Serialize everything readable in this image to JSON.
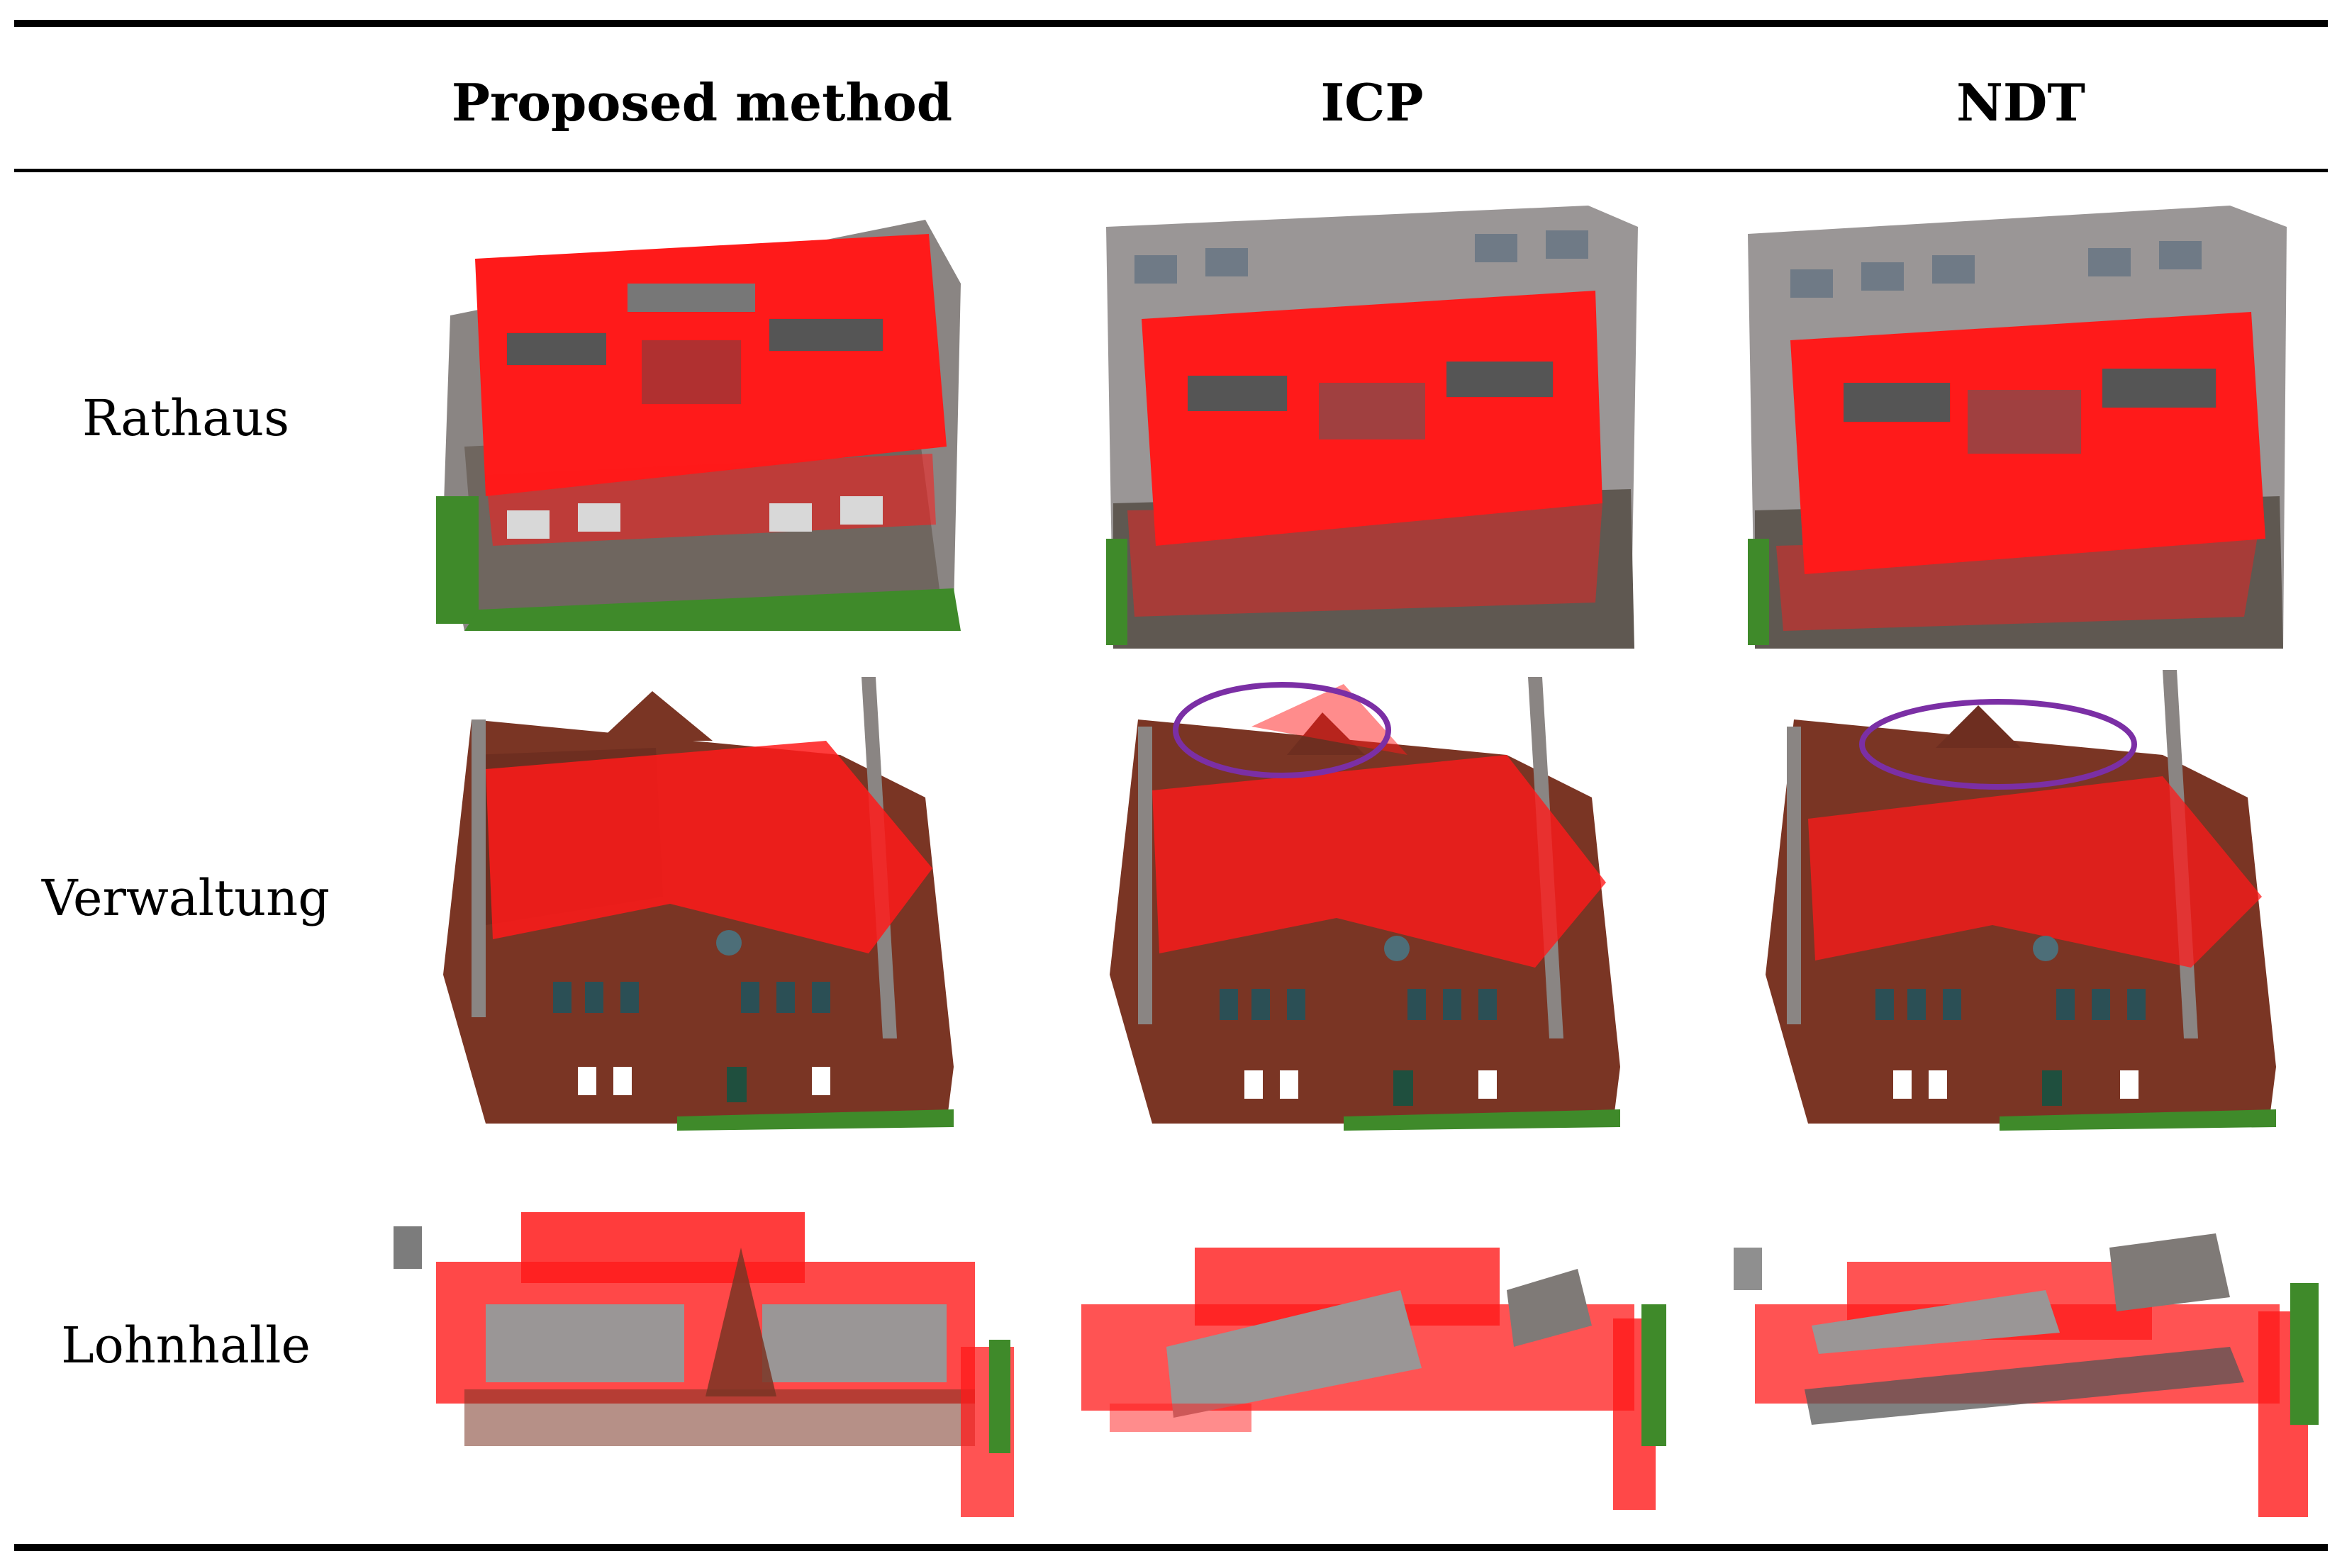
{
  "table": {
    "columns": [
      "Proposed method",
      "ICP",
      "NDT"
    ],
    "rows": [
      {
        "label": "Rathaus"
      },
      {
        "label": "Verwaltung"
      },
      {
        "label": "Lohnhalle"
      }
    ]
  },
  "colors": {
    "overlay_red": "#ff1a1a",
    "highlight_ellipse": "#7b2fa5",
    "brick": "#7a3524",
    "facade_grey": "#8a8583",
    "roof_grey": "#9a9696",
    "grass": "#3f8a2a"
  }
}
